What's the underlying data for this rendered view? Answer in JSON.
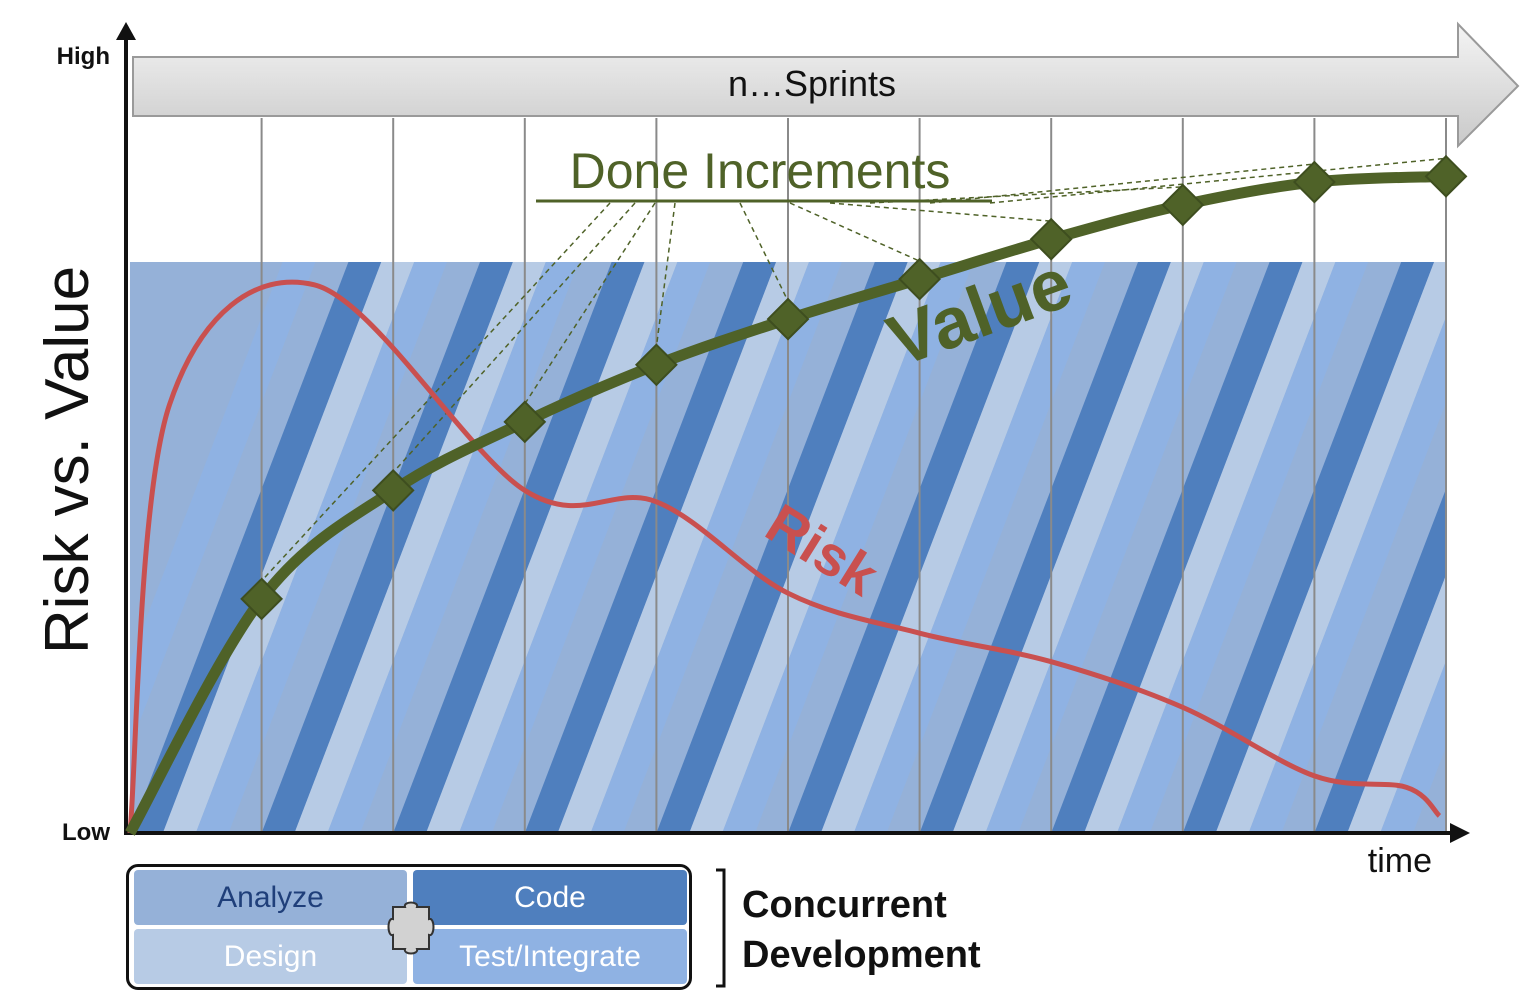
{
  "title_arrow": "n…Sprints",
  "y_axis": {
    "label": "Risk vs. Value",
    "high_label": "High",
    "low_label": "Low"
  },
  "x_axis": {
    "label": "time"
  },
  "annotations": {
    "done_increments": "Done Increments",
    "value": "Value",
    "risk": "Risk"
  },
  "legend": {
    "cells": {
      "analyze": "Analyze",
      "code": "Code",
      "design": "Design",
      "test": "Test/Integrate"
    },
    "group_label_line1": "Concurrent",
    "group_label_line2": "Development"
  },
  "colors": {
    "value": "#4f6228",
    "risk": "#c9504f",
    "band_dark": "#4f7fbe",
    "band_light": "#b7cbe5",
    "band_medium": "#8fb2e3",
    "band_mid": "#95b1d8"
  },
  "sprint_count": 10,
  "value_points": [
    0.41,
    0.6,
    0.72,
    0.82,
    0.9,
    0.97,
    1.04,
    1.1,
    1.14,
    1.15
  ],
  "risk_points": [
    0,
    0.75,
    0.96,
    0.6,
    0.58,
    0.42,
    0.35,
    0.3,
    0.22,
    0.1,
    0.08,
    0.03
  ]
}
